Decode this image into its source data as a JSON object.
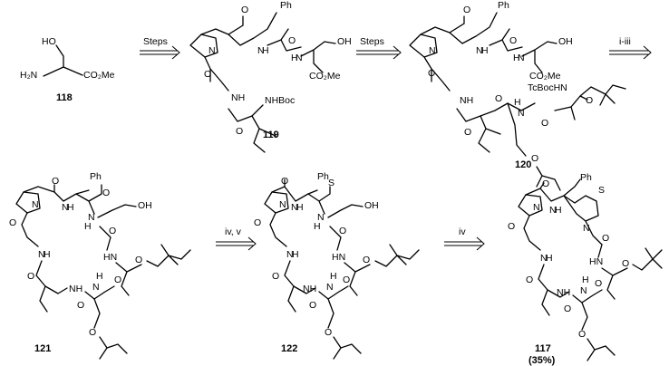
{
  "compounds": [
    {
      "id": "118",
      "label": "118"
    },
    {
      "id": "119",
      "label": "119"
    },
    {
      "id": "120",
      "label": "120"
    },
    {
      "id": "121",
      "label": "121"
    },
    {
      "id": "122",
      "label": "122"
    },
    {
      "id": "117",
      "label": "117",
      "yield": "(35%)"
    }
  ],
  "arrows": [
    {
      "id": "a1",
      "label": "Steps"
    },
    {
      "id": "a2",
      "label": "Steps"
    },
    {
      "id": "a3",
      "label": "i-iii"
    },
    {
      "id": "a4",
      "label": "iv, v"
    },
    {
      "id": "a5",
      "label": "iv"
    }
  ],
  "atoms": {
    "HO": "HO",
    "H2N": "H₂N",
    "CO2Me": "CO₂Me",
    "O": "O",
    "N": "N",
    "H": "H",
    "NH": "NH",
    "HN": "HN",
    "OH": "OH",
    "S": "S",
    "Ph": "Ph",
    "NHBoc": "NHBoc",
    "TcBocHN": "TcBocHN"
  }
}
